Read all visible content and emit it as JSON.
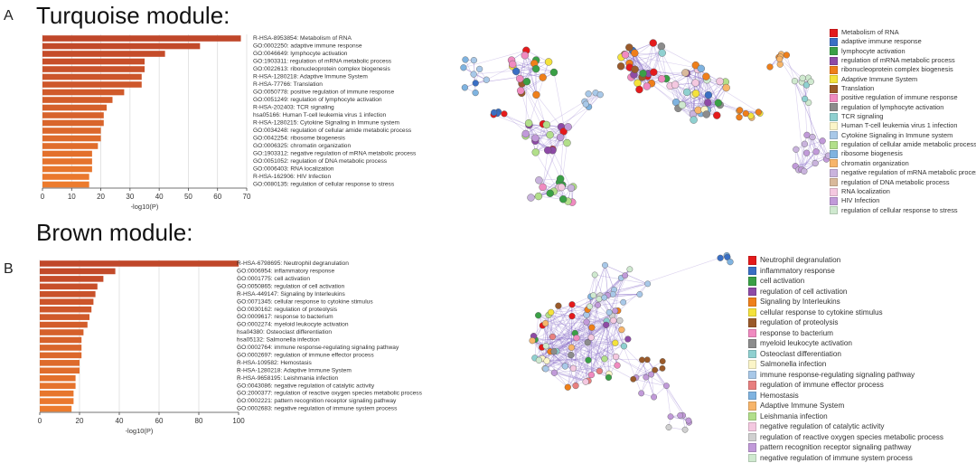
{
  "panels": [
    {
      "letter": "A",
      "title": "Turquoise module:",
      "chart_data": {
        "type": "bar",
        "orientation": "horizontal",
        "title": "Turquoise module:",
        "xlabel": "-log10(P)",
        "xlim": [
          0,
          70
        ],
        "xticks": [
          0,
          10,
          20,
          30,
          40,
          50,
          60,
          70
        ],
        "categories": [
          "R-HSA-8953854: Metabolism of RNA",
          "GO:0002250: adaptive immune response",
          "GO:0046649: lymphocyte activation",
          "GO:1903311: regulation of mRNA metabolic process",
          "GO:0022613: ribonucleoprotein complex biogenesis",
          "R-HSA-1280218: Adaptive Immune System",
          "R-HSA-77766: Translation",
          "GO:0050778: positive regulation of immune response",
          "GO:0051249: regulation of lymphocyte activation",
          "R-HSA-202403: TCR signaling",
          "hsa05166: Human T-cell leukemia virus 1 infection",
          "R-HSA-1280215: Cytokine Signaling in Immune system",
          "GO:0034248: regulation of cellular amide metabolic process",
          "GO:0042254: ribosome biogenesis",
          "GO:0006325: chromatin organization",
          "GO:1903312: negative regulation of mRNA metabolic process",
          "GO:0051052: regulation of DNA metabolic process",
          "GO:0006403: RNA localization",
          "R-HSA-162906: HIV Infection",
          "GO:0080135: regulation of cellular response to stress"
        ],
        "values": [
          68,
          54,
          42,
          35,
          35,
          34,
          34,
          28,
          24,
          22,
          21,
          21,
          20,
          20,
          19,
          17,
          17,
          17,
          16,
          16
        ]
      },
      "legend": [
        {
          "label": "Metabolism of RNA",
          "color": "#e41a1c"
        },
        {
          "label": "adaptive immune response",
          "color": "#3a6fc4"
        },
        {
          "label": "lymphocyte activation",
          "color": "#3aa046"
        },
        {
          "label": "regulation of mRNA metabolic process",
          "color": "#8e4aa6"
        },
        {
          "label": "ribonucleoprotein complex biogenesis",
          "color": "#ef7f1a"
        },
        {
          "label": "Adaptive Immune System",
          "color": "#f4e23b"
        },
        {
          "label": "Translation",
          "color": "#9a5a2a"
        },
        {
          "label": "positive regulation of immune response",
          "color": "#f08ac0"
        },
        {
          "label": "regulation of lymphocyte activation",
          "color": "#8c8c8c"
        },
        {
          "label": "TCR signaling",
          "color": "#8fd0d0"
        },
        {
          "label": "Human T-cell leukemia virus 1 infection",
          "color": "#fbf5c8"
        },
        {
          "label": "Cytokine Signaling in Immune system",
          "color": "#a8c8e8"
        },
        {
          "label": "regulation of cellular amide metabolic process",
          "color": "#b2df8a"
        },
        {
          "label": "ribosome biogenesis",
          "color": "#7fb3e0"
        },
        {
          "label": "chromatin organization",
          "color": "#f7b56a"
        },
        {
          "label": "negative regulation of mRNA metabolic process",
          "color": "#c9b3dd"
        },
        {
          "label": "regulation of DNA metabolic process",
          "color": "#d9b99b"
        },
        {
          "label": "RNA localization",
          "color": "#f4c8e0"
        },
        {
          "label": "HIV Infection",
          "color": "#c19ad9"
        },
        {
          "label": "regulation of cellular response to stress",
          "color": "#cfe9cf"
        }
      ]
    },
    {
      "letter": "B",
      "title": "Brown module:",
      "chart_data": {
        "type": "bar",
        "orientation": "horizontal",
        "title": "Brown module:",
        "xlabel": "-log10(P)",
        "xlim": [
          0,
          100
        ],
        "xticks": [
          0,
          20,
          40,
          60,
          80,
          100
        ],
        "categories": [
          "R-HSA-6798695: Neutrophil degranulation",
          "GO:0006954: inflammatory response",
          "GO:0001775: cell activation",
          "GO:0050865: regulation of cell activation",
          "R-HSA-449147: Signaling by Interleukins",
          "GO:0071345: cellular response to cytokine stimulus",
          "GO:0030162: regulation of proteolysis",
          "GO:0009617: response to bacterium",
          "GO:0002274: myeloid leukocyte activation",
          "hsa04380: Osteoclast differentiation",
          "hsa05132: Salmonella infection",
          "GO:0002764: immune response-regulating signaling pathway",
          "GO:0002697: regulation of immune effector process",
          "R-HSA-109582: Hemostasis",
          "R-HSA-1280218: Adaptive Immune System",
          "R-HSA-9658195: Leishmania infection",
          "GO:0043086: negative regulation of catalytic activity",
          "GO:2000377: regulation of reactive oxygen species metabolic process",
          "GO:0002221: pattern recognition receptor signaling pathway",
          "GO:0002683: negative regulation of immune system process"
        ],
        "values": [
          100,
          38,
          32,
          29,
          28,
          27,
          26,
          25,
          24,
          22,
          21,
          21,
          21,
          20,
          20,
          18,
          18,
          17,
          17,
          16
        ]
      },
      "legend": [
        {
          "label": "Neutrophil degranulation",
          "color": "#e41a1c"
        },
        {
          "label": "inflammatory response",
          "color": "#3a6fc4"
        },
        {
          "label": "cell activation",
          "color": "#3aa046"
        },
        {
          "label": "regulation of cell activation",
          "color": "#8e4aa6"
        },
        {
          "label": "Signaling by Interleukins",
          "color": "#ef7f1a"
        },
        {
          "label": "cellular response to cytokine stimulus",
          "color": "#f4e23b"
        },
        {
          "label": "regulation of proteolysis",
          "color": "#9a5a2a"
        },
        {
          "label": "response to bacterium",
          "color": "#f08ac0"
        },
        {
          "label": "myeloid leukocyte activation",
          "color": "#8c8c8c"
        },
        {
          "label": "Osteoclast differentiation",
          "color": "#8fd0d0"
        },
        {
          "label": "Salmonella infection",
          "color": "#fbf5c8"
        },
        {
          "label": "immune response-regulating signaling pathway",
          "color": "#a8c8e8"
        },
        {
          "label": "regulation of immune effector process",
          "color": "#e87f7f"
        },
        {
          "label": "Hemostasis",
          "color": "#7fb3e0"
        },
        {
          "label": "Adaptive Immune System",
          "color": "#f7b56a"
        },
        {
          "label": "Leishmania infection",
          "color": "#b2df8a"
        },
        {
          "label": "negative regulation of catalytic activity",
          "color": "#f4c8e0"
        },
        {
          "label": "regulation of reactive oxygen species metabolic process",
          "color": "#d0d0d0"
        },
        {
          "label": "pattern recognition receptor signaling pathway",
          "color": "#c19ad9"
        },
        {
          "label": "negative regulation of immune system process",
          "color": "#cfe9cf"
        }
      ]
    }
  ],
  "style": {
    "bar_dark": "#c0472a",
    "bar_light": "#ec7b2d",
    "edge_color": "#8468c6"
  }
}
